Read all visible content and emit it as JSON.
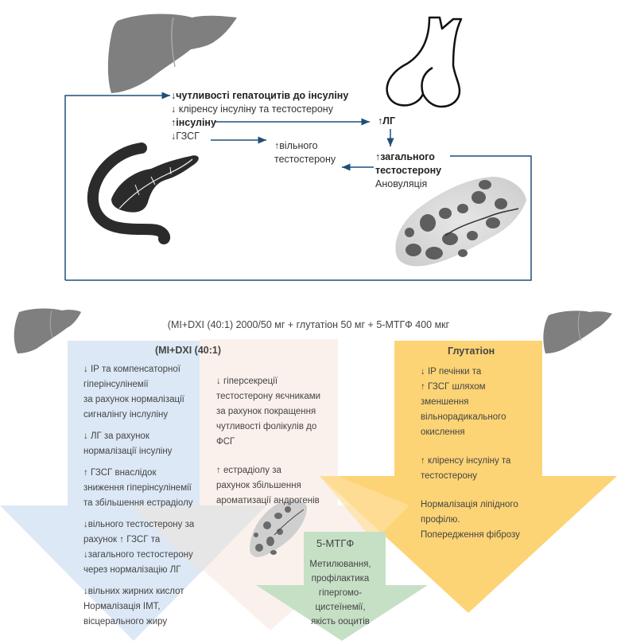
{
  "top_panel": {
    "icons": [
      "liver-icon",
      "pancreas-icon",
      "testes-icon",
      "ovary-icon"
    ],
    "liver_block": {
      "line1": "↓чутливості гепатоцитів до інсуліну",
      "line2": "↓ кліренсу інсуліну та тестостерону",
      "line3": "↑інсуліну",
      "line4": "↓ГЗСГ"
    },
    "free_testosterone": {
      "line1": "↑вільного",
      "line2": "тестостерону"
    },
    "lh": "↑ЛГ",
    "total_testosterone": {
      "line1": "↑загального",
      "line2": "тестостерону",
      "line3": "Ановуляція"
    },
    "colors": {
      "connector": "#1f4e79"
    }
  },
  "bottom_panel": {
    "title": "(MI+DXI (40:1) 2000/50 мг + глутатіон 50 мг + 5-МТГФ 400 мкг",
    "mi_dxi": {
      "heading": "(MI+DXI (40:1)",
      "items": [
        [
          "↓ ІР та компенсаторної",
          "гіперінсулінемії",
          "за рахунок нормалізації",
          "сигналінгу інслуліну"
        ],
        [
          "↓ ЛГ за рахунок",
          "нормалізації інсуліну"
        ],
        [
          "↑ ГЗСГ внаслідок",
          "зниження гіперінсулінемії",
          "та збільшення естрадіолу"
        ],
        [
          "↓вільного тестостерону за",
          "рахунок ↑ ГЗСГ та",
          "↓загального тестостерону",
          "через нормалізацію ЛГ"
        ],
        [
          "↓вільних жирних кислот",
          "Нормалізація ІМТ,",
          "вісцерального жиру"
        ]
      ],
      "color": "#dce8f5"
    },
    "ovary_effects": {
      "items": [
        [
          "↓ гіперсекреції",
          "тестостерону яєчниками",
          "за рахунок покращення",
          "чутливості фолікулів до",
          "ФСГ"
        ],
        [
          "↑ естрадіолу за",
          "рахунок збільшення",
          "ароматизації андрогенів"
        ]
      ],
      "color": "#faf0ea"
    },
    "glutathione": {
      "heading": "Глутатіон",
      "items": [
        [
          "↓ ІР печінки та",
          "↑ ГЗСГ шляхом",
          "зменшення",
          "вільнорадикального",
          "окислення"
        ],
        [
          "↑ кліренсу інсуліну та",
          "тестостерону"
        ],
        [
          "Нормалізація ліпідного",
          "профілю.",
          "Попередження фіброзу"
        ]
      ],
      "color": "#fdd475"
    },
    "mthf": {
      "heading": "5-МТГФ",
      "lines": [
        "Метилювання,",
        "профілактика",
        "гіпергомо-",
        "цистеїнемії,",
        "якість ооцитів"
      ],
      "color": "#c6e0c6"
    }
  }
}
